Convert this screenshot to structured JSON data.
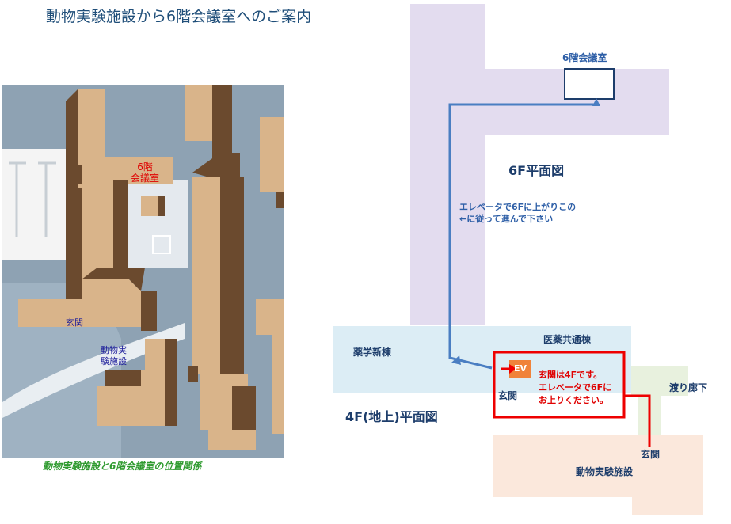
{
  "title": "動物実験施設から6階会議室へのご案内",
  "aerial": {
    "room_label_line1": "6階",
    "room_label_line2": "会議室",
    "entrance_label": "玄関",
    "facility_label_line1": "動物実",
    "facility_label_line2": "験施設",
    "caption": "動物実験施設と6階会議室の位置関係"
  },
  "plan": {
    "meeting_room_label": "6階会議室",
    "floor6_label": "6F平面図",
    "instruction_line1": "エレベータで6Fに上がりこの",
    "instruction_line2": "←に従って進んで下さい",
    "yakugaku_label": "薬学新棟",
    "iyaku_label": "医薬共通棟",
    "ev_label": "EV",
    "entrance_4f_label": "玄関",
    "note_line1": "玄関は4Fです。",
    "note_line2": "エレベータで6Fに",
    "note_line3": "お上りください。",
    "corridor_label": "渡り廊下",
    "floor4_label": "4F(地上)平面図",
    "facility_entrance_label": "玄関",
    "facility_label": "動物実験施設"
  },
  "colors": {
    "route_blue": "#4a7ec2",
    "route_red": "#ee0000",
    "floor6_fill": "#e3dcef",
    "floor4_fill": "#dcedf5",
    "facility_fill": "#fbe8dc",
    "corridor_fill": "#e8f1de",
    "ev_fill": "#f0833a",
    "building_top": "#d9b48a",
    "building_side": "#6b4a2e",
    "ground": "#8ea2b3"
  }
}
